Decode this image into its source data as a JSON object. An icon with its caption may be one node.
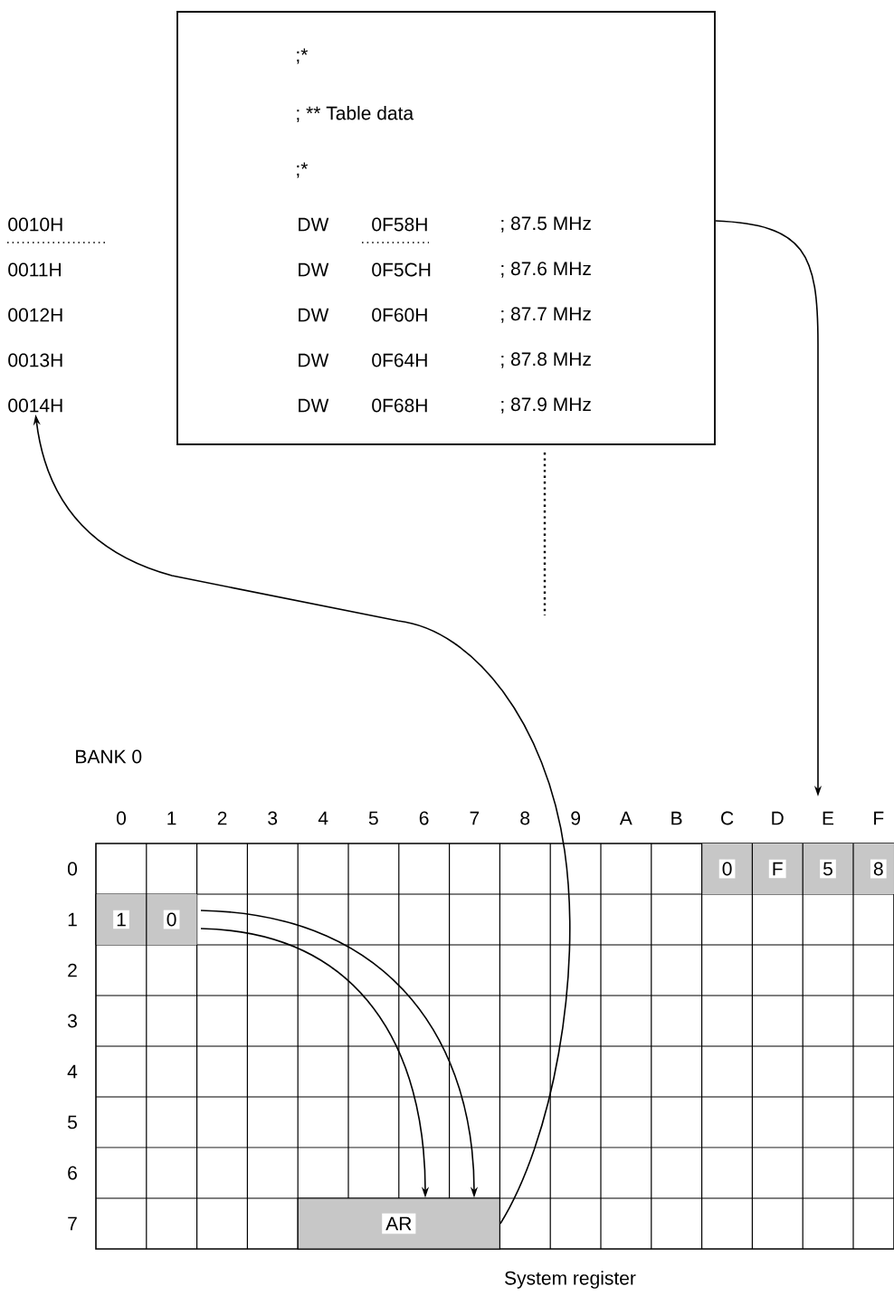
{
  "diagram": {
    "nodes": [
      {
        "text": [
          ";*",
          "; ** Table data",
          ";*",
          "DW",
          "0F58H",
          "; 87.5 MHz",
          "DW",
          "0F5CH",
          "; 87.6 MHz",
          "DW",
          "0F60H",
          "; 87.7 MHz",
          "DW",
          "0F64H",
          "; 87.8 MHz",
          "DW",
          "0F68H",
          "; 87.9 MHz"
        ]
      },
      {
        "text": [
          "0010H"
        ]
      },
      {
        "text": [
          "0011H"
        ]
      },
      {
        "text": [
          "0012H"
        ]
      },
      {
        "text": [
          "0013H"
        ]
      },
      {
        "text": [
          "0014H"
        ]
      },
      {
        "text": [
          "0",
          "F",
          "5",
          "8"
        ]
      },
      {
        "text": [
          "1",
          "0"
        ]
      },
      {
        "text": [
          "AR"
        ]
      }
    ],
    "edges": [
      {
        "from": 0,
        "to": 6,
        "arrow": "to"
      },
      {
        "from": 7,
        "to": 8,
        "arrow": "to"
      },
      {
        "from": 7,
        "to": 8,
        "arrow": "to"
      },
      {
        "from": 8,
        "to": 5,
        "arrow": "to"
      }
    ],
    "labels": [
      "BANK 0",
      "0",
      "1",
      "2",
      "3",
      "4",
      "5",
      "6",
      "7",
      "8",
      "9",
      "A",
      "B",
      "C",
      "D",
      "E",
      "F",
      "0",
      "1",
      "2",
      "3",
      "4",
      "5",
      "6",
      "7",
      "System register"
    ]
  }
}
